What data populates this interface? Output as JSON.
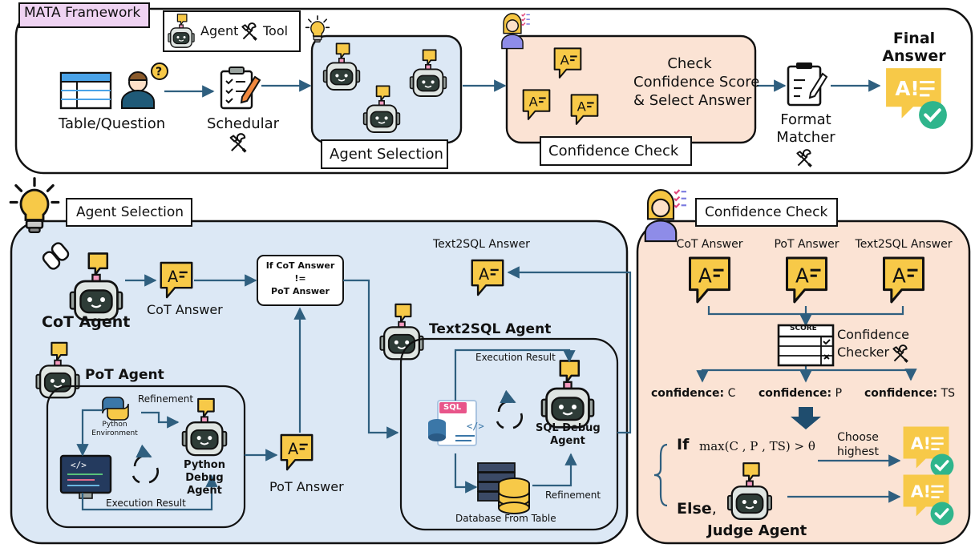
{
  "framework": {
    "tag": "MATA Framework",
    "legend": {
      "agent": "Agent",
      "tool": "Tool"
    },
    "input_label": "Table/Question",
    "scheduler_label": "Schedular",
    "agent_selection_tag": "Agent Selection",
    "confidence_check_tag": "Confidence Check",
    "check_line1": "Check",
    "check_line2": "Confidence Score",
    "check_line3": "& Select Answer",
    "format_line1": "Format",
    "format_line2": "Matcher",
    "final_line1": "Final",
    "final_line2": "Answer"
  },
  "agent_selection": {
    "tag": "Agent Selection",
    "cot_agent": "CoT Agent",
    "cot_answer": "CoT Answer",
    "if_line1": "If CoT Answer",
    "if_line2": "!=",
    "if_line3": "PoT Answer",
    "pot_agent": "PoT Agent",
    "refinement_top": "Refinement",
    "python_env_line1": "Python",
    "python_env_line2": "Environment",
    "python_debug_line1": "Python",
    "python_debug_line2": "Debug",
    "python_debug_line3": "Agent",
    "execution_result_bottom": "Execution Result",
    "pot_answer": "PoT Answer",
    "text2sql_answer": "Text2SQL Answer",
    "text2sql_agent": "Text2SQL Agent",
    "execution_result_top": "Execution Result",
    "sql_badge": "SQL",
    "sql_debug_line1": "SQL Debug",
    "sql_debug_line2": "Agent",
    "refinement_bottom": "Refinement",
    "database_label": "Database From Table"
  },
  "confidence_check": {
    "tag": "Confidence Check",
    "answers": [
      "CoT Answer",
      "PoT Answer",
      "Text2SQL Answer"
    ],
    "score_badge": "SCORE",
    "checker_line1": "Confidence",
    "checker_line2": "Checker",
    "confidence_keyword": "confidence:",
    "confidence_values": [
      "C",
      "P",
      "TS"
    ],
    "if_word": "If",
    "condition": "max(C , P , TS) > θ",
    "choose_line1": "Choose",
    "choose_line2": "highest",
    "else_word": "Else",
    "judge_agent": "Judge Agent"
  },
  "icon_glyphs": {
    "answer": "A",
    "final": "A!",
    "check": "✓"
  },
  "colors": {
    "top_box_fill": "#dce8f5",
    "check_box_fill": "#fbe3d4",
    "tag_fill": "#efd3f2",
    "arrow": "#2f5f7f",
    "speech_yellow": "#f7c948",
    "robot_body": "#dfe5e2",
    "robot_face": "#2e3c37",
    "check_green": "#2fb58c"
  }
}
